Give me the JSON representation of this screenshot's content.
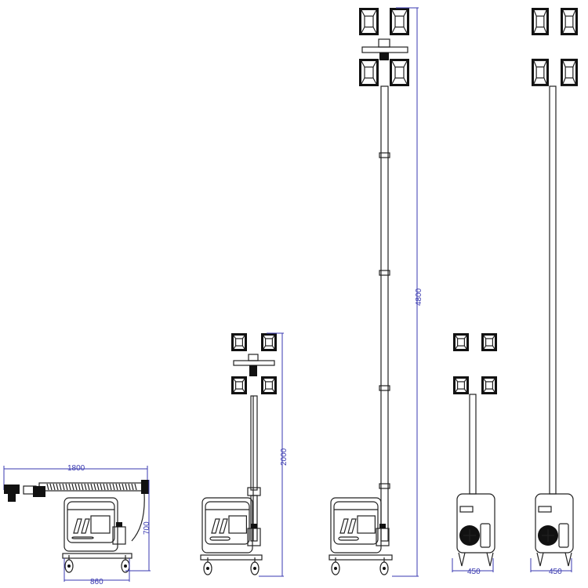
{
  "drawing": {
    "views": [
      {
        "name": "transport-view",
        "dimensions": [
          "1800",
          "700",
          "860"
        ]
      },
      {
        "name": "side-view-retracted",
        "dimensions": [
          "2000"
        ]
      },
      {
        "name": "side-view-extended",
        "dimensions": [
          "4800"
        ]
      },
      {
        "name": "front-view-retracted",
        "dimensions": [
          "450"
        ]
      },
      {
        "name": "front-view-extended",
        "dimensions": [
          "450"
        ]
      }
    ]
  },
  "colors": {
    "line": "#222222",
    "dimension": "#3a3ab0"
  }
}
